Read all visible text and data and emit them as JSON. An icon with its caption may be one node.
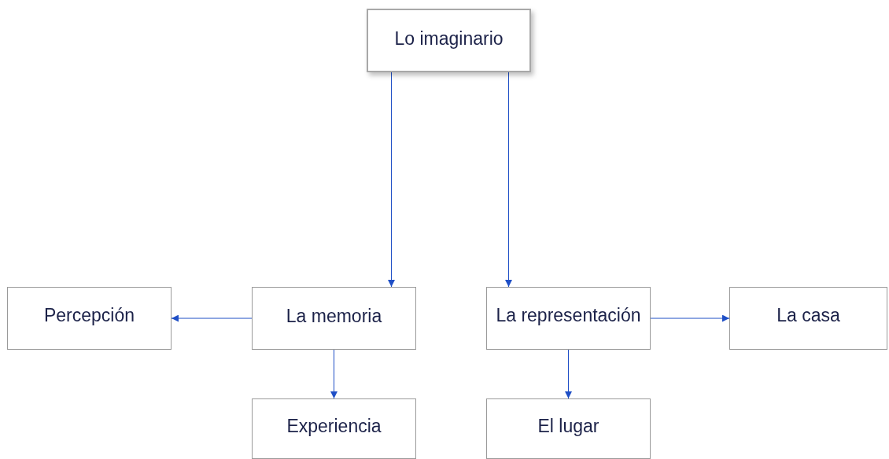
{
  "diagram": {
    "nodes": [
      {
        "text": [
          "Lo imaginario"
        ]
      },
      {
        "text": [
          "Percepción"
        ]
      },
      {
        "text": [
          "La memoria"
        ]
      },
      {
        "text": [
          "La representación"
        ]
      },
      {
        "text": [
          "La casa"
        ]
      },
      {
        "text": [
          "Experiencia"
        ]
      },
      {
        "text": [
          "El lugar"
        ]
      }
    ],
    "edges": [
      {
        "from": 0,
        "to": 2,
        "arrow": "to"
      },
      {
        "from": 0,
        "to": 3,
        "arrow": "to"
      },
      {
        "from": 2,
        "to": 1,
        "arrow": "to"
      },
      {
        "from": 2,
        "to": 5,
        "arrow": "to"
      },
      {
        "from": 3,
        "to": 4,
        "arrow": "to"
      },
      {
        "from": 3,
        "to": 6,
        "arrow": "to"
      }
    ]
  }
}
